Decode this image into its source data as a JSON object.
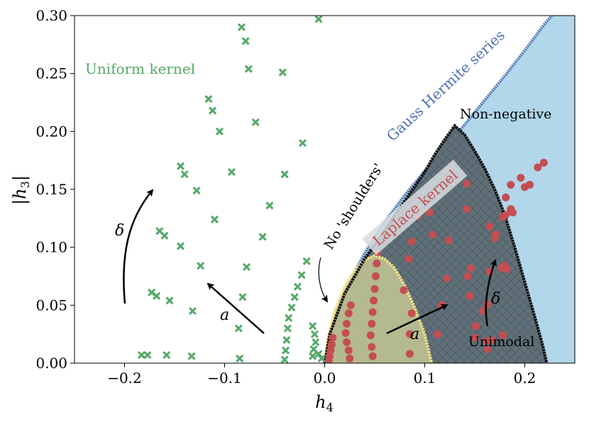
{
  "chart_data": {
    "type": "scatter",
    "xlabel": "h",
    "xlabel_sub": "4",
    "ylabel": "|h",
    "ylabel_sub": "3",
    "ylabel_close": "|",
    "xlim": [
      -0.25,
      0.25
    ],
    "ylim": [
      0.0,
      0.3
    ],
    "xticks": [
      -0.2,
      -0.1,
      0.0,
      0.1,
      0.2
    ],
    "xtick_labels": [
      "−0.2",
      "−0.1",
      "0.0",
      "0.1",
      "0.2"
    ],
    "yticks": [
      0.0,
      0.05,
      0.1,
      0.15,
      0.2,
      0.25,
      0.3
    ],
    "ytick_labels": [
      "0.00",
      "0.05",
      "0.10",
      "0.15",
      "0.20",
      "0.25",
      "0.30"
    ],
    "grid": false,
    "colors": {
      "uniform": "#55a868",
      "laplace": "#c44e52",
      "gauss_hermite": "#4c72b0",
      "gh_region": "#b2d6ea",
      "nonneg_region": "#5f7078",
      "unimodal_region": "#b5b990",
      "shoulder_curve": "#f5e283",
      "laplace_label_box": "#d8dde0"
    },
    "regions": {
      "gauss_hermite_boundary": [
        [
          0.0,
          0.0
        ],
        [
          0.01,
          0.04
        ],
        [
          0.02,
          0.062
        ],
        [
          0.04,
          0.095
        ],
        [
          0.06,
          0.122
        ],
        [
          0.08,
          0.145
        ],
        [
          0.1,
          0.166
        ],
        [
          0.12,
          0.186
        ],
        [
          0.14,
          0.206
        ],
        [
          0.16,
          0.227
        ],
        [
          0.18,
          0.248
        ],
        [
          0.2,
          0.27
        ],
        [
          0.22,
          0.293
        ],
        [
          0.227,
          0.3
        ]
      ],
      "non_negative_boundary": [
        [
          0.0,
          0.0
        ],
        [
          0.005,
          0.025
        ],
        [
          0.02,
          0.06
        ],
        [
          0.04,
          0.09
        ],
        [
          0.06,
          0.115
        ],
        [
          0.08,
          0.14
        ],
        [
          0.1,
          0.165
        ],
        [
          0.11,
          0.18
        ],
        [
          0.12,
          0.193
        ],
        [
          0.13,
          0.205
        ],
        [
          0.14,
          0.197
        ],
        [
          0.15,
          0.183
        ],
        [
          0.16,
          0.168
        ],
        [
          0.17,
          0.15
        ],
        [
          0.18,
          0.128
        ],
        [
          0.19,
          0.1
        ],
        [
          0.2,
          0.07
        ],
        [
          0.21,
          0.04
        ],
        [
          0.218,
          0.015
        ],
        [
          0.222,
          0.0
        ]
      ],
      "no_shoulders_boundary": [
        [
          0.0,
          0.0
        ],
        [
          0.003,
          0.02
        ],
        [
          0.01,
          0.045
        ],
        [
          0.02,
          0.066
        ],
        [
          0.03,
          0.08
        ],
        [
          0.04,
          0.089
        ],
        [
          0.05,
          0.093
        ],
        [
          0.06,
          0.09
        ],
        [
          0.07,
          0.082
        ],
        [
          0.08,
          0.067
        ],
        [
          0.09,
          0.048
        ],
        [
          0.1,
          0.025
        ],
        [
          0.107,
          0.0
        ]
      ]
    },
    "series": [
      {
        "name": "Uniform kernel",
        "marker": "x",
        "points": [
          [
            -0.083,
            0.29
          ],
          [
            -0.079,
            0.278
          ],
          [
            -0.076,
            0.254
          ],
          [
            -0.042,
            0.251
          ],
          [
            -0.116,
            0.228
          ],
          [
            -0.112,
            0.218
          ],
          [
            -0.105,
            0.2
          ],
          [
            -0.069,
            0.208
          ],
          [
            -0.022,
            0.19
          ],
          [
            -0.093,
            0.165
          ],
          [
            -0.04,
            0.163
          ],
          [
            -0.144,
            0.17
          ],
          [
            -0.14,
            0.163
          ],
          [
            -0.128,
            0.149
          ],
          [
            -0.055,
            0.136
          ],
          [
            -0.11,
            0.124
          ],
          [
            -0.165,
            0.114
          ],
          [
            -0.16,
            0.11
          ],
          [
            -0.062,
            0.109
          ],
          [
            -0.144,
            0.101
          ],
          [
            -0.124,
            0.084
          ],
          [
            -0.078,
            0.083
          ],
          [
            -0.018,
            0.088
          ],
          [
            -0.023,
            0.076
          ],
          [
            -0.027,
            0.066
          ],
          [
            -0.03,
            0.057
          ],
          [
            -0.173,
            0.061
          ],
          [
            -0.168,
            0.058
          ],
          [
            -0.155,
            0.054
          ],
          [
            -0.082,
            0.057
          ],
          [
            -0.033,
            0.048
          ],
          [
            -0.132,
            0.045
          ],
          [
            -0.036,
            0.039
          ],
          [
            -0.037,
            0.03
          ],
          [
            -0.086,
            0.03
          ],
          [
            -0.038,
            0.02
          ],
          [
            -0.039,
            0.011
          ],
          [
            -0.04,
            0.003
          ],
          [
            -0.183,
            0.007
          ],
          [
            -0.177,
            0.007
          ],
          [
            -0.158,
            0.007
          ],
          [
            -0.133,
            0.006
          ],
          [
            -0.085,
            0.004
          ],
          [
            -0.012,
            0.032
          ],
          [
            -0.01,
            0.025
          ],
          [
            -0.009,
            0.018
          ],
          [
            -0.011,
            0.012
          ],
          [
            -0.012,
            0.006
          ],
          [
            -0.006,
            0.008
          ],
          [
            -0.003,
            0.004
          ],
          [
            -0.006,
            0.297
          ]
        ]
      },
      {
        "name": "Laplace kernel",
        "marker": "o",
        "points": [
          [
            0.008,
            0.022
          ],
          [
            0.007,
            0.016
          ],
          [
            0.006,
            0.011
          ],
          [
            0.005,
            0.006
          ],
          [
            0.004,
            0.002
          ],
          [
            0.026,
            0.05
          ],
          [
            0.024,
            0.043
          ],
          [
            0.022,
            0.034
          ],
          [
            0.021,
            0.026
          ],
          [
            0.022,
            0.018
          ],
          [
            0.024,
            0.011
          ],
          [
            0.025,
            0.004
          ],
          [
            0.053,
            0.096
          ],
          [
            0.052,
            0.086
          ],
          [
            0.051,
            0.075
          ],
          [
            0.05,
            0.064
          ],
          [
            0.049,
            0.054
          ],
          [
            0.048,
            0.044
          ],
          [
            0.047,
            0.034
          ],
          [
            0.046,
            0.024
          ],
          [
            0.047,
            0.014
          ],
          [
            0.048,
            0.006
          ],
          [
            0.087,
            0.105
          ],
          [
            0.084,
            0.09
          ],
          [
            0.079,
            0.063
          ],
          [
            0.087,
            0.043
          ],
          [
            0.085,
            0.025
          ],
          [
            0.085,
            0.008
          ],
          [
            0.093,
            0.127
          ],
          [
            0.105,
            0.13
          ],
          [
            0.108,
            0.111
          ],
          [
            0.113,
            0.025
          ],
          [
            0.117,
            0.05
          ],
          [
            0.122,
            0.073
          ],
          [
            0.124,
            0.106
          ],
          [
            0.142,
            0.133
          ],
          [
            0.142,
            0.155
          ],
          [
            0.143,
            0.075
          ],
          [
            0.145,
            0.058
          ],
          [
            0.146,
            0.082
          ],
          [
            0.15,
            0.022
          ],
          [
            0.151,
            0.032
          ],
          [
            0.158,
            0.045
          ],
          [
            0.161,
            0.019
          ],
          [
            0.163,
            0.051
          ],
          [
            0.163,
            0.012
          ],
          [
            0.165,
            0.118
          ],
          [
            0.165,
            0.079
          ],
          [
            0.167,
            0.02
          ],
          [
            0.17,
            0.108
          ],
          [
            0.171,
            0.111
          ],
          [
            0.177,
            0.082
          ],
          [
            0.178,
            0.126
          ],
          [
            0.178,
            0.024
          ],
          [
            0.18,
            0.084
          ],
          [
            0.181,
            0.143
          ],
          [
            0.181,
            0.128
          ],
          [
            0.182,
            0.081
          ],
          [
            0.186,
            0.133
          ],
          [
            0.186,
            0.154
          ],
          [
            0.188,
            0.13
          ],
          [
            0.196,
            0.16
          ],
          [
            0.2,
            0.152
          ],
          [
            0.205,
            0.154
          ],
          [
            0.213,
            0.169
          ],
          [
            0.219,
            0.173
          ]
        ]
      }
    ],
    "annotations": {
      "uniform_label": "Uniform kernel",
      "laplace_label": "Laplace kernel",
      "gauss_label": "Gauss Hermite series",
      "nonneg_label": "Non-negative",
      "shoulders_label": "No 'shoulders'",
      "unimodal_label": "Unimodal",
      "delta": "δ",
      "a": "a"
    }
  }
}
